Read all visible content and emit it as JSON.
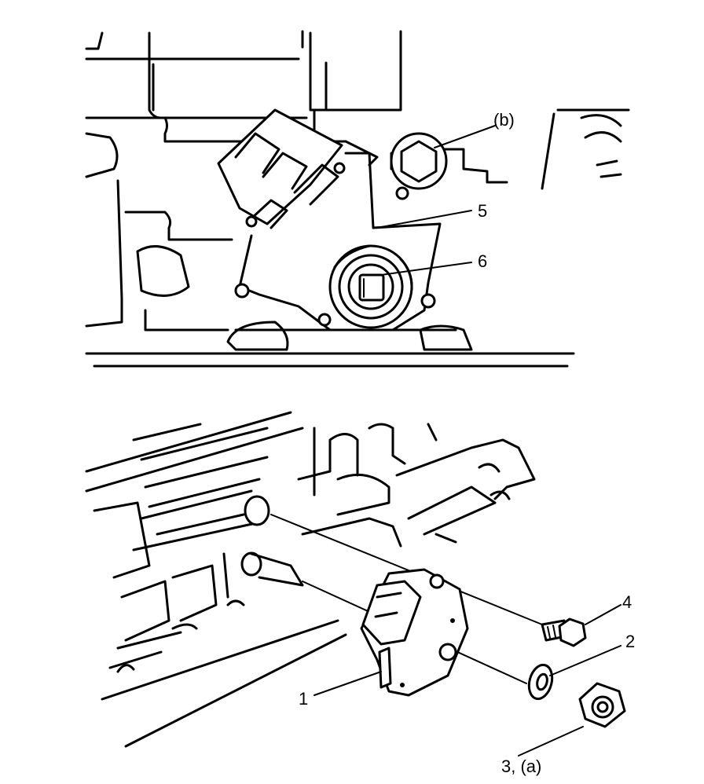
{
  "top_view": {
    "labels": {
      "callout_b": "(b)",
      "callout_5": "5",
      "callout_6": "6"
    }
  },
  "bottom_view": {
    "labels": {
      "callout_4": "4",
      "callout_2": "2",
      "callout_1": "1",
      "callout_3a": "3, (a)"
    }
  }
}
